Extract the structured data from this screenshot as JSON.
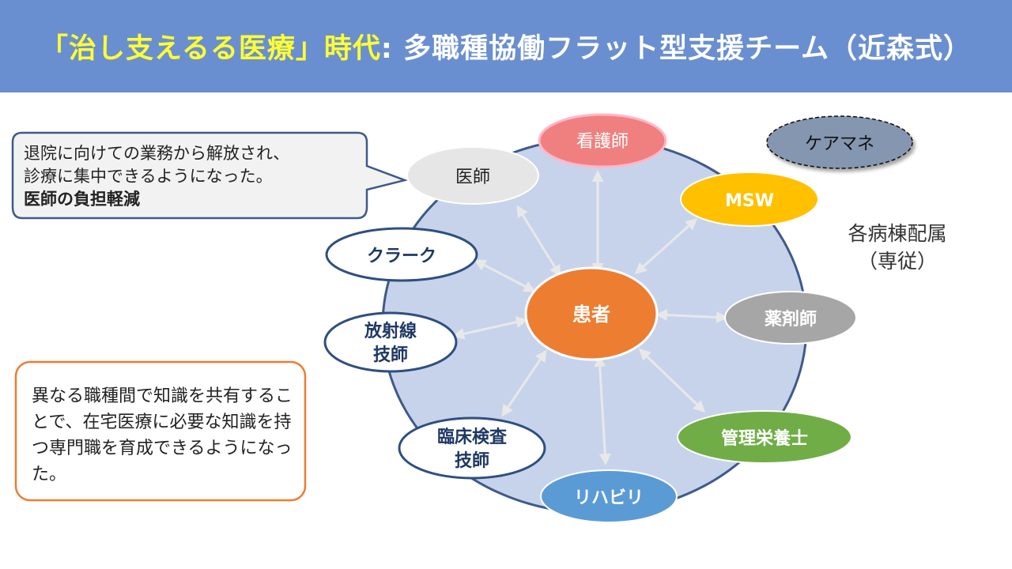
{
  "title": {
    "highlight": "「治し支えるる医療」時代",
    "rest": ": 多職種協働フラット型支援チーム（近森式）"
  },
  "callout": {
    "line1": "退院に向けての業務から解放され、",
    "line2": "診療に集中できるようになった。",
    "emphasis": "医師の負担軽減"
  },
  "note_box": {
    "text": "異なる職種間で知識を共有することで、在宅医療に必要な知識を持つ専門職を育成できるようになった。"
  },
  "side_label": {
    "line1": "各病棟配属",
    "line2": "（専従）"
  },
  "center": {
    "label": "患者",
    "color": "#ed7d31"
  },
  "nodes": [
    {
      "id": "nurse",
      "label": "看護師",
      "color": "#f08080"
    },
    {
      "id": "doctor",
      "label": "医師",
      "color": "#e6e6e6"
    },
    {
      "id": "msw",
      "label": "MSW",
      "color": "#ffc000"
    },
    {
      "id": "care-manager",
      "label": "ケアマネ",
      "color": "#8496b0"
    },
    {
      "id": "clerk",
      "label": "クラーク",
      "color": "#ffffff"
    },
    {
      "id": "radiology",
      "label1": "放射線",
      "label2": "技師",
      "color": "#ffffff"
    },
    {
      "id": "pharmacist",
      "label": "薬剤師",
      "color": "#a6a6a6"
    },
    {
      "id": "lab",
      "label1": "臨床検査",
      "label2": "技師",
      "color": "#ffffff"
    },
    {
      "id": "dietitian",
      "label": "管理栄養士",
      "color": "#70ad47"
    },
    {
      "id": "rehab",
      "label": "リハビリ",
      "color": "#5b9bd5"
    }
  ]
}
